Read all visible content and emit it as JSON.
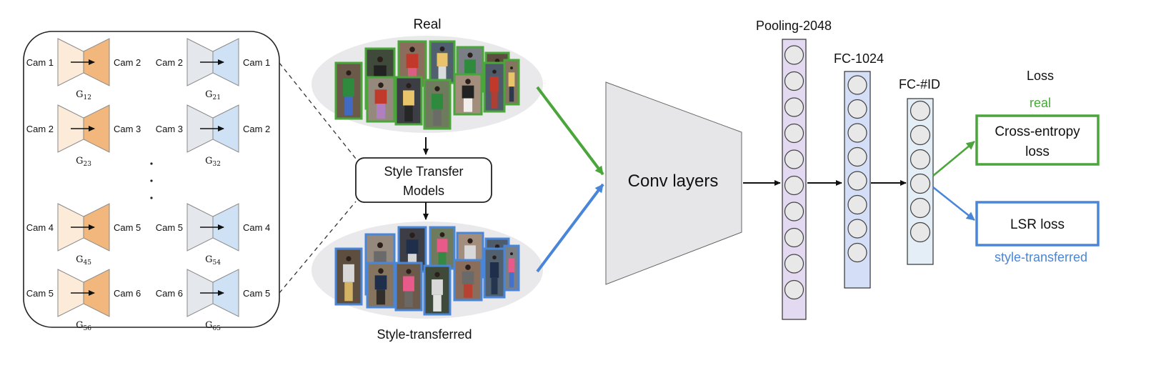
{
  "generators": [
    {
      "left": "Cam 1",
      "right": "Cam 2",
      "sym": "G",
      "sub": "12",
      "type": "orange"
    },
    {
      "left": "Cam 2",
      "right": "Cam 1",
      "sym": "G",
      "sub": "21",
      "type": "blue"
    },
    {
      "left": "Cam 2",
      "right": "Cam 3",
      "sym": "G",
      "sub": "23",
      "type": "orange"
    },
    {
      "left": "Cam 3",
      "right": "Cam 2",
      "sym": "G",
      "sub": "32",
      "type": "blue"
    },
    {
      "left": "Cam 4",
      "right": "Cam 5",
      "sym": "G",
      "sub": "45",
      "type": "orange"
    },
    {
      "left": "Cam 5",
      "right": "Cam 4",
      "sym": "G",
      "sub": "54",
      "type": "blue"
    },
    {
      "left": "Cam 5",
      "right": "Cam 6",
      "sym": "G",
      "sub": "56",
      "type": "orange"
    },
    {
      "left": "Cam 6",
      "right": "Cam 5",
      "sym": "G",
      "sub": "65",
      "type": "blue"
    }
  ],
  "real_label": "Real",
  "style_transfer_line1": "Style Transfer",
  "style_transfer_line2": "Models",
  "style_transferred_label": "Style-transferred",
  "conv_label": "Conv layers",
  "pooling_label": "Pooling-2048",
  "fc1024_label": "FC-1024",
  "fcid_label": "FC-#ID",
  "loss_header": "Loss",
  "real_tag": "real",
  "ce_line1": "Cross-entropy",
  "ce_line2": "loss",
  "lsr_label": "LSR loss",
  "style_tag": "style-transferred",
  "colors": {
    "green": "#4aa63a",
    "blue": "#4a86d8",
    "orange_dark": "#f2b77c",
    "orange_light": "#fdebd9",
    "blue_dark": "#cfe2f5",
    "gray_light": "#e4e7ec",
    "purple": "#e3d9f0",
    "fc_blue": "#d4def7",
    "fc_light": "#e3eef6",
    "conv_gray": "#e6e6e8"
  }
}
